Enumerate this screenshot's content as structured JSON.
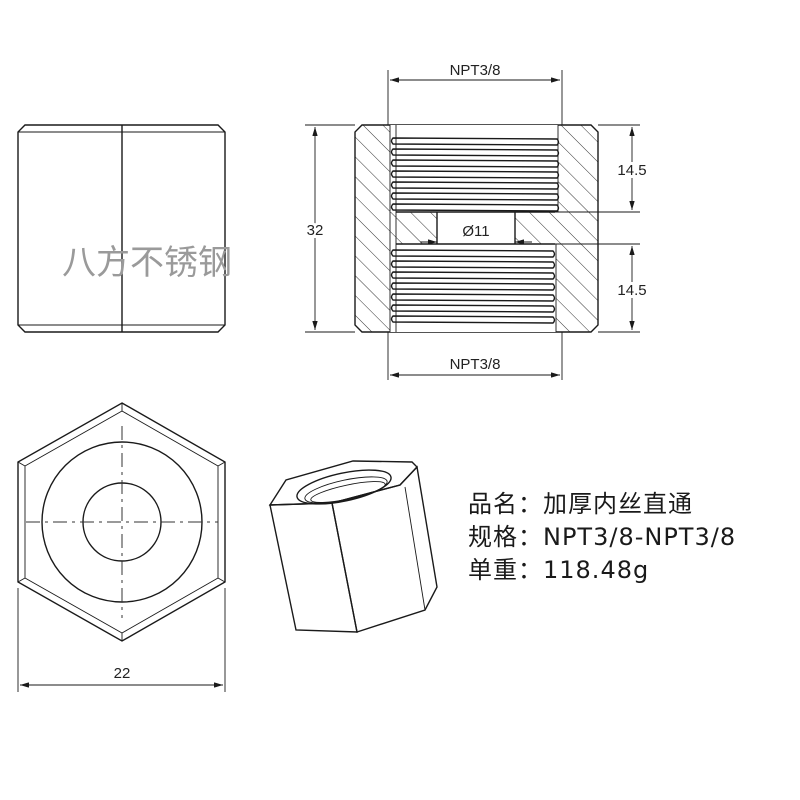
{
  "watermark": "八方不锈钢",
  "section_view": {
    "top_thread_label": "NPT3/8",
    "bottom_thread_label": "NPT3/8",
    "overall_length": "32",
    "bore_diameter": "Ø11",
    "top_thread_depth": "14.5",
    "bottom_thread_depth": "14.5"
  },
  "hex_view": {
    "across_flats": "22"
  },
  "spec": {
    "name_label": "品名：",
    "name_value": "加厚内丝直通",
    "size_label": "规格：",
    "size_value": "NPT3/8-NPT3/8",
    "weight_label": "单重：",
    "weight_value": "118.48g"
  }
}
